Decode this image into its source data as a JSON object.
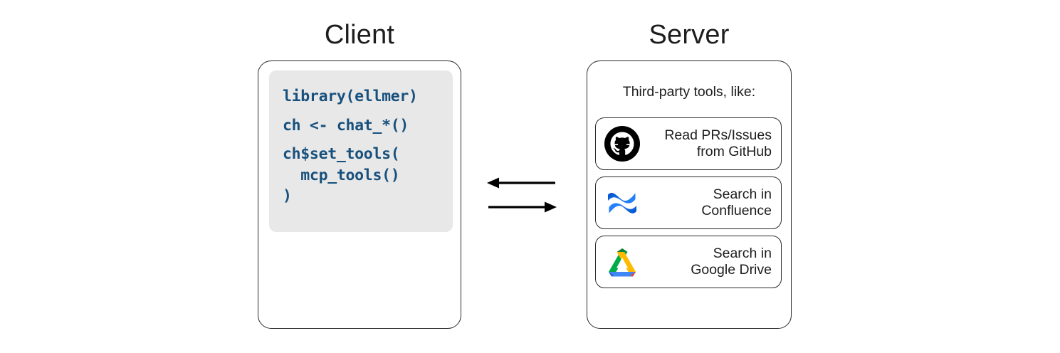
{
  "diagram": {
    "client": {
      "title": "Client",
      "code_lines": [
        "library(ellmer)",
        "ch <- chat_*()",
        "ch$set_tools(",
        "  mcp_tools()",
        ")"
      ],
      "code_color": "#17507d",
      "code_background": "#e8e8e8"
    },
    "server": {
      "title": "Server",
      "caption": "Third-party tools, like:",
      "tools": [
        {
          "icon": "github-icon",
          "label_line1": "Read PRs/Issues",
          "label_line2": "from GitHub",
          "color": "#000000"
        },
        {
          "icon": "confluence-icon",
          "label_line1": "Search in",
          "label_line2": "Confluence",
          "color": "#2684ff"
        },
        {
          "icon": "google-drive-icon",
          "label_line1": "Search in",
          "label_line2": "Google Drive",
          "color": "#fbbc04"
        }
      ]
    },
    "arrows": [
      {
        "name": "server-to-client-arrow",
        "direction": "left"
      },
      {
        "name": "client-to-server-arrow",
        "direction": "right"
      }
    ]
  }
}
